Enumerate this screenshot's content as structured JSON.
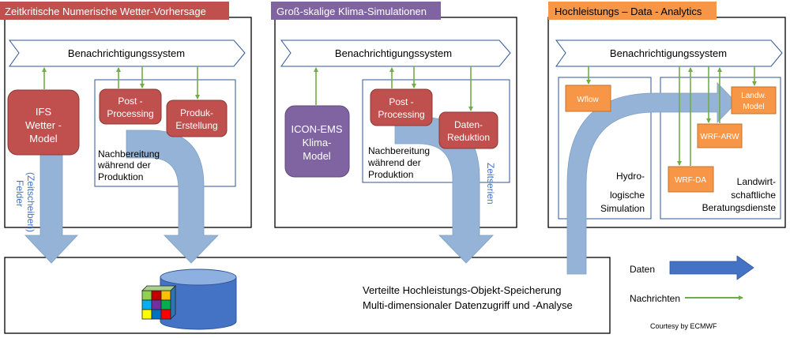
{
  "panels": {
    "nwp": {
      "title": "Zeitkritische Numerische Wetter-Vorhersage"
    },
    "clim": {
      "title": "Groß-skalige Klima-Simulationen"
    },
    "hpda": {
      "title": "Hochleistungs – Data - Analytics"
    }
  },
  "notification": {
    "nwp": "Benachrichtigungssystem",
    "clim": "Benachrichtigungssystem",
    "hpda": "Benachrichtigungssystem"
  },
  "nodes": {
    "ifs": [
      "IFS",
      "Wetter -",
      "Model"
    ],
    "post1": [
      "Post -",
      "Processing"
    ],
    "produkt": [
      "Produk-",
      "Erstellung"
    ],
    "icon": [
      "ICON-EMS",
      "Klima-",
      "Model"
    ],
    "post2": [
      "Post -",
      "Processing"
    ],
    "reduktion": [
      "Daten-",
      "Reduktion"
    ],
    "wflow": "Wflow",
    "landw": [
      "Landw.",
      "Model"
    ],
    "wrfarw": "WRF-ARW",
    "wrfda": "WRF-DA"
  },
  "labels": {
    "nach1": [
      "Nachbereitung",
      "während der",
      "Produktion"
    ],
    "nach2": [
      "Nachbereitung",
      "während der",
      "Produktion"
    ],
    "felder": [
      "Felder",
      "(Zeitscheiben)"
    ],
    "zeitserien": "Zeitserien",
    "hydro": [
      "Hydro-",
      "logische",
      "Simulation"
    ],
    "landwirt": [
      "Landwirt-",
      "schaftliche",
      "Beratungsdienste"
    ]
  },
  "storage": {
    "line1": "Verteilte Hochleistungs-Objekt-Speicherung",
    "line2": "Multi-dimensionaler Datenzugriff und -Analyse"
  },
  "legend": {
    "daten": "Daten",
    "nachrichten": "Nachrichten"
  },
  "credit": "Courtesy by ECMWF",
  "colors": {
    "red_fill": "#c0504d",
    "red_title": "#c0504d",
    "purple_title": "#8064a2",
    "purple_node": "#8064a2",
    "orange": "#f79646",
    "blue_arrow": "#95b3d7",
    "blue_legend": "#4472c4",
    "green": "#70ad47",
    "frame_blue": "#2f5597"
  }
}
